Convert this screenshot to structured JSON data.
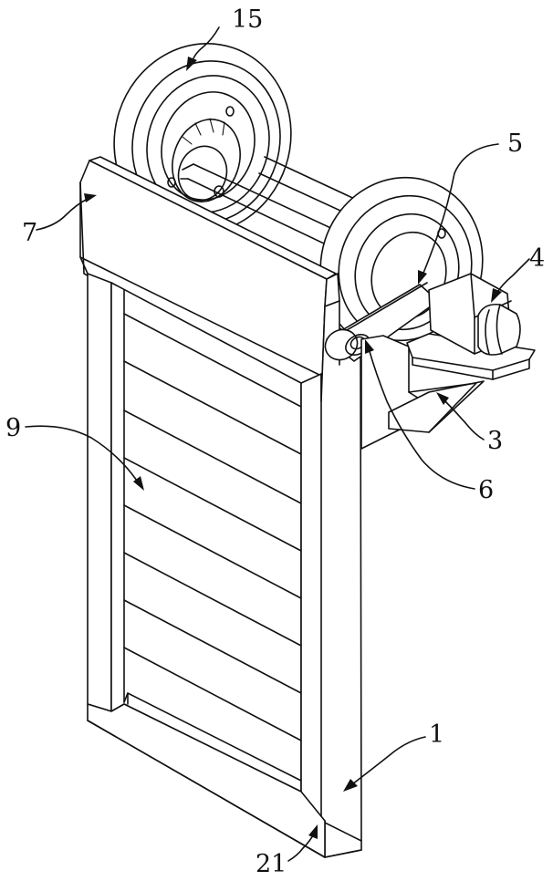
{
  "labels": {
    "l15": "15",
    "l5": "5",
    "l4": "4",
    "l7": "7",
    "l9": "9",
    "l3": "3",
    "l6": "6",
    "l1": "1",
    "l21": "21"
  }
}
